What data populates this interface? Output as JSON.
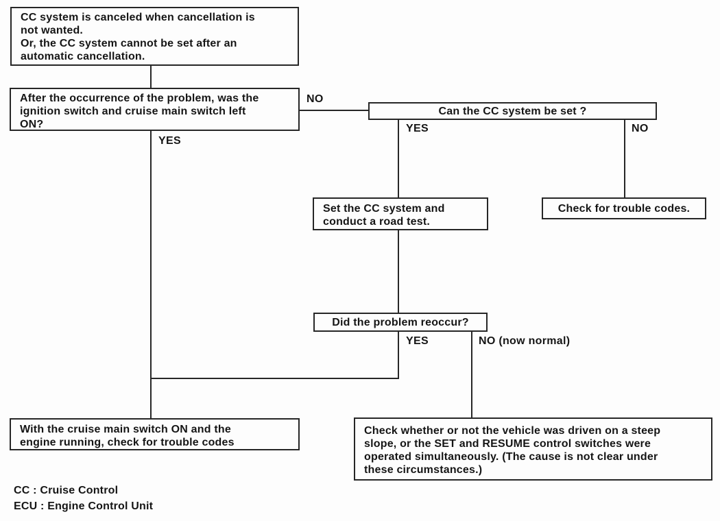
{
  "diagram": {
    "subject": "Cruise control system troubleshooting flowchart",
    "nodes": {
      "symptom": "CC system is canceled when cancellation is\nnot wanted.\nOr, the CC system cannot be set after an\nautomatic cancellation.",
      "question_ignition": "After the occurrence of the problem, was the\nignition switch and cruise main switch left\nON?",
      "question_cc_set": "Can the CC system be set ?",
      "set_road_test": "Set the CC system and\nconduct a road test.",
      "check_trouble_codes": "Check for trouble codes.",
      "question_reoccur": "Did the problem reoccur?",
      "check_codes_engine_running": "With the cruise main switch ON and the\nengine running, check for trouble codes",
      "check_steep_slope": "Check whether or not the vehicle was driven on a steep\nslope, or the SET and RESUME control switches were\noperated simultaneously. (The cause is not clear under\nthese circumstances.)"
    },
    "labels": {
      "no_ignition": "NO",
      "yes_ignition": "YES",
      "yes_cc_set": "YES",
      "no_cc_set": "NO",
      "yes_reoccur": "YES",
      "no_reoccur": "NO (now normal)"
    },
    "legend": [
      "CC : Cruise Control",
      "ECU : Engine Control Unit"
    ],
    "colors": {
      "line": "#262626",
      "text": "#151515",
      "background": "#fdfdfd"
    }
  }
}
